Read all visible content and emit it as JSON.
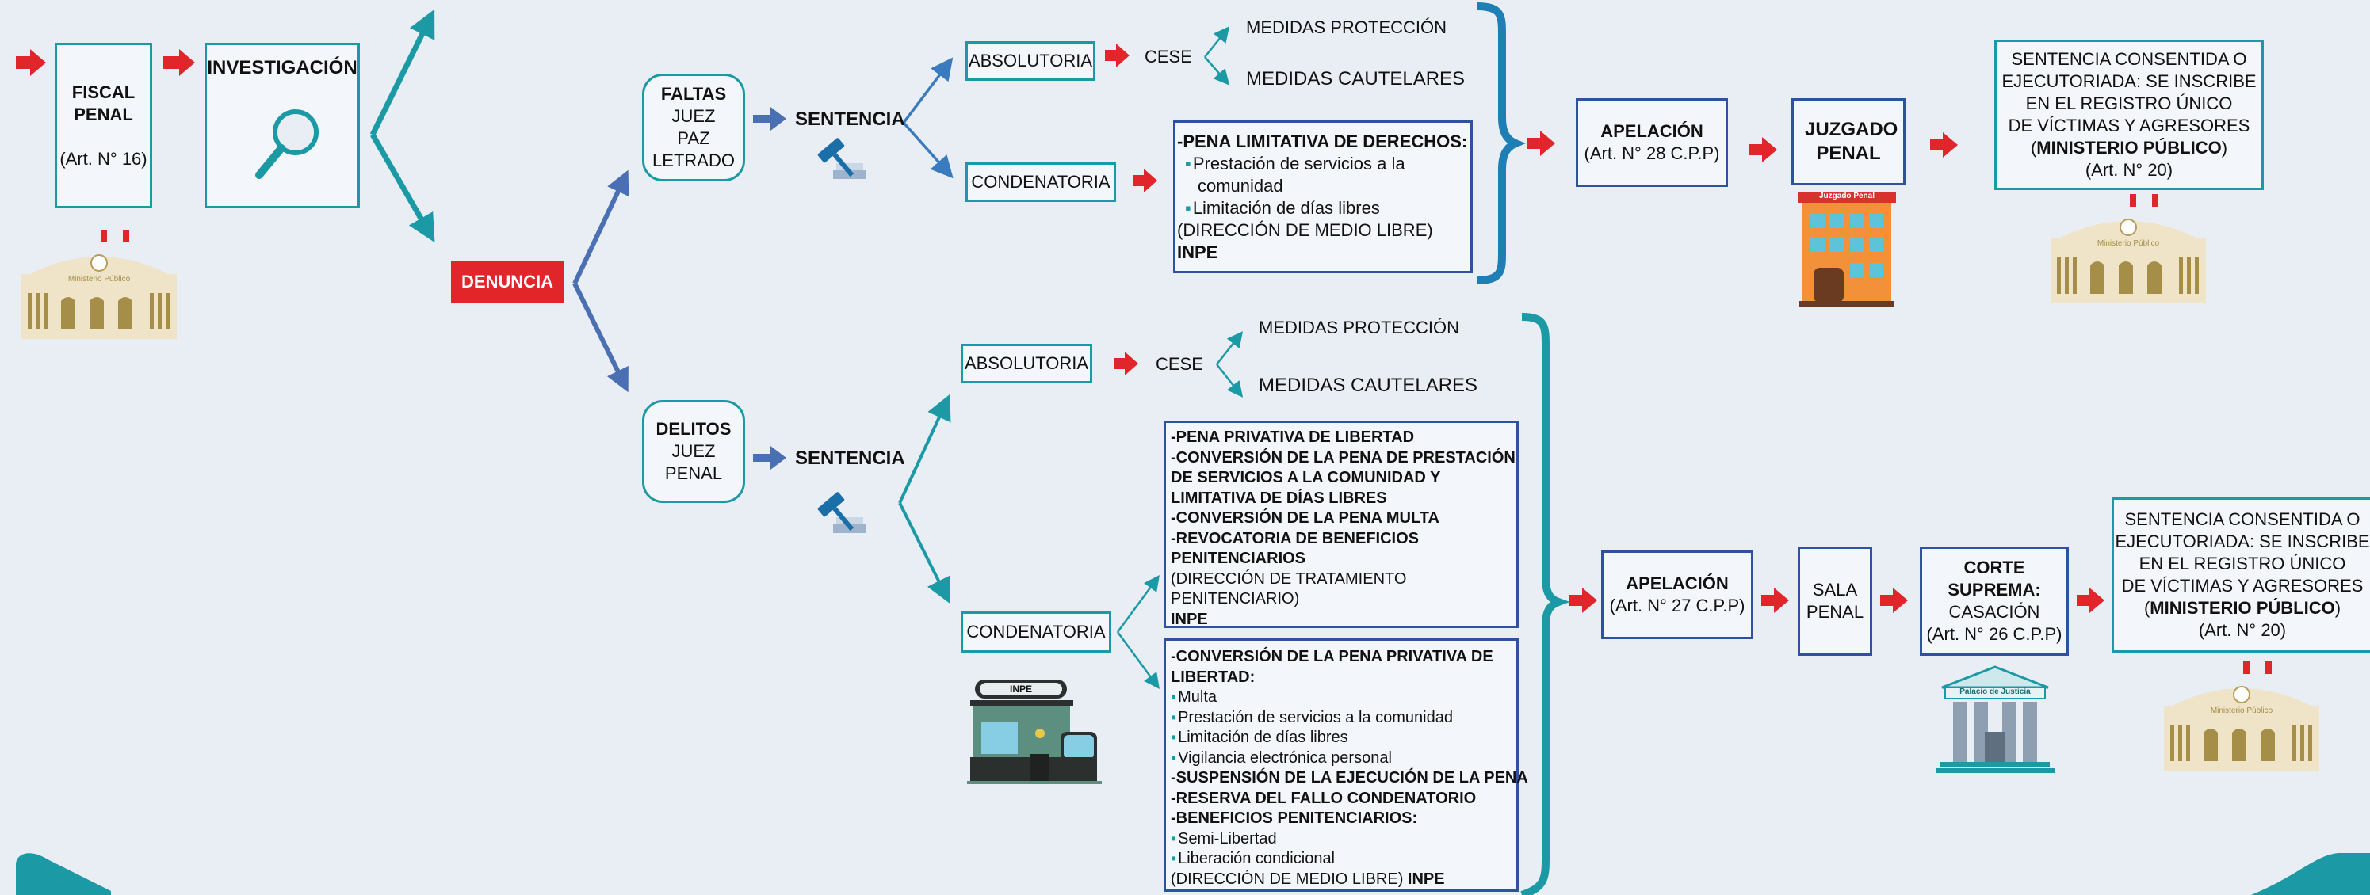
{
  "flow": {
    "fiscal": {
      "title": "FISCAL PENAL",
      "ref": "(Art. N° 16)"
    },
    "investigacion": "INVESTIGACIÓN",
    "denuncia": "DENUNCIA",
    "faltas": {
      "title": "FALTAS",
      "lines": [
        "JUEZ",
        "PAZ",
        "LETRADO"
      ]
    },
    "delitos": {
      "title": "DELITOS",
      "lines": [
        "JUEZ",
        "PENAL"
      ]
    },
    "sentencia": "SENTENCIA",
    "absolutoria": "ABSOLUTORIA",
    "condenatoria": "CONDENATORIA",
    "cese": "CESE",
    "medidas_proteccion": "MEDIDAS PROTECCIÓN",
    "medidas_cautelares": "MEDIDAS CAUTELARES",
    "pena_limitativa": {
      "title": "-PENA LIMITATIVA DE DERECHOS:",
      "items": [
        "Prestación de servicios a la",
        "comunidad",
        "Limitación de días libres"
      ],
      "direccion": "(DIRECCIÓN DE MEDIO LIBRE)",
      "inpe": "INPE"
    },
    "apelacion_top": {
      "title": "APELACIÓN",
      "ref": "(Art. N° 28 C.P.P)"
    },
    "juzgado_penal": "JUZGADO PENAL",
    "juzgado_sign": "Juzgado Penal",
    "sentencia_consentida": {
      "lines": [
        "SENTENCIA CONSENTIDA O",
        "EJECUTORIADA: SE INSCRIBE",
        "EN EL REGISTRO ÚNICO",
        "DE VÍCTIMAS Y AGRESORES"
      ],
      "mp": "MINISTERIO PÚBLICO",
      "ref": "(Art. N° 20)"
    },
    "ministerio_sign": "Ministerio Público",
    "pena_privativa_box": {
      "lines": [
        "-PENA PRIVATIVA DE LIBERTAD",
        "-CONVERSIÓN DE LA PENA DE PRESTACIÓN",
        "DE SERVICIOS A LA COMUNIDAD Y",
        "LIMITATIVA DE DÍAS LIBRES",
        "-CONVERSIÓN DE LA PENA MULTA",
        "-REVOCATORIA DE BENEFICIOS",
        "PENITENCIARIOS"
      ],
      "direccion": [
        "(DIRECCIÓN DE TRATAMIENTO",
        "PENITENCIARIO)"
      ],
      "inpe": "INPE"
    },
    "conversion_box": {
      "title": [
        "-CONVERSIÓN DE LA PENA PRIVATIVA DE",
        "LIBERTAD:"
      ],
      "items1": [
        "Multa",
        "Prestación de servicios a la comunidad",
        "Limitación de días libres",
        "Vigilancia electrónica personal"
      ],
      "bold": [
        "-SUSPENSIÓN DE LA EJECUCIÓN DE LA PENA",
        "-RESERVA DEL FALLO CONDENATORIO",
        "-BENEFICIOS PENITENCIARIOS:"
      ],
      "items2": [
        "Semi-Libertad",
        "Liberación condicional"
      ],
      "footer": "(DIRECCIÓN DE MEDIO LIBRE)",
      "inpe": "INPE"
    },
    "inpe_sign": "INPE",
    "apelacion_bottom": {
      "title": "APELACIÓN",
      "ref": "(Art. N° 27 C.P.P)"
    },
    "sala_penal": [
      "SALA",
      "PENAL"
    ],
    "corte_suprema": {
      "title": [
        "CORTE",
        "SUPREMA:"
      ],
      "lines": [
        "CASACIÓN",
        "(Art. N° 26 C.P.P)"
      ]
    },
    "palacio_sign": "Palacio de Justicia"
  },
  "colors": {
    "teal": "#1b9aa6",
    "blue": "#2f52a0",
    "red": "#e0262b",
    "bg": "#e9eef5"
  }
}
